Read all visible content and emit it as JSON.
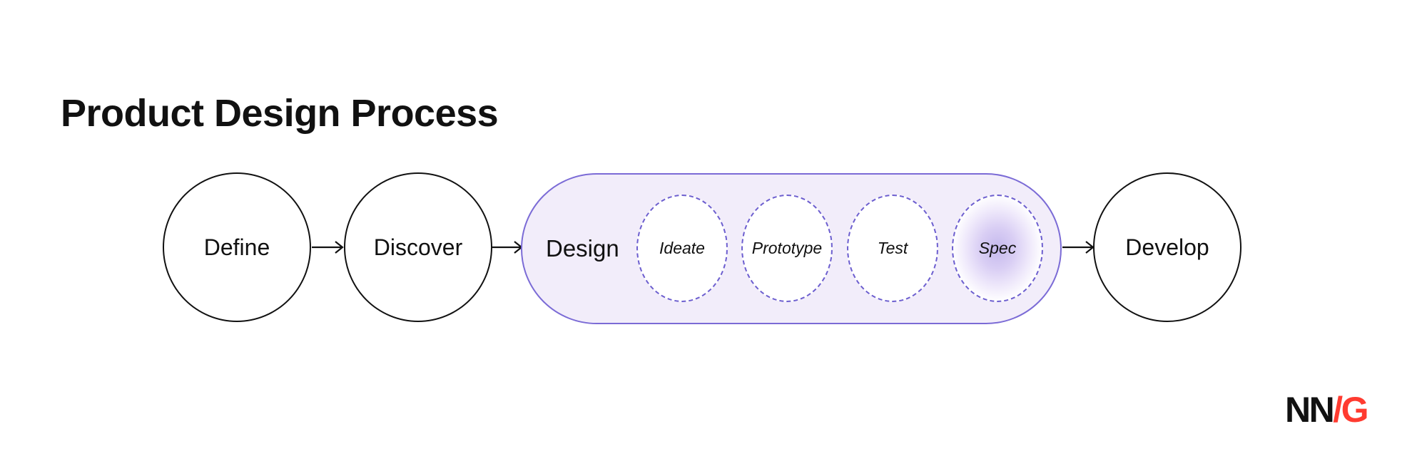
{
  "title": "Product Design Process",
  "flow": {
    "steps": [
      {
        "label": "Define",
        "type": "circle"
      },
      {
        "label": "Discover",
        "type": "circle"
      },
      {
        "label": "Design",
        "type": "pill",
        "substeps": [
          {
            "label": "Ideate",
            "highlighted": false
          },
          {
            "label": "Prototype",
            "highlighted": false
          },
          {
            "label": "Test",
            "highlighted": false
          },
          {
            "label": "Spec",
            "highlighted": true
          }
        ]
      },
      {
        "label": "Develop",
        "type": "circle"
      }
    ]
  },
  "logo": {
    "black": "NN",
    "red": "/G"
  },
  "colors": {
    "background": "#ffffff",
    "text": "#111111",
    "circle_border": "#111111",
    "pill_fill": "#f2edfa",
    "pill_border": "#7b6bd6",
    "dashed_border": "#6c5ecf",
    "spec_glow": "#c5b9ed",
    "arrow": "#111111",
    "logo_red": "#ff3b30"
  }
}
